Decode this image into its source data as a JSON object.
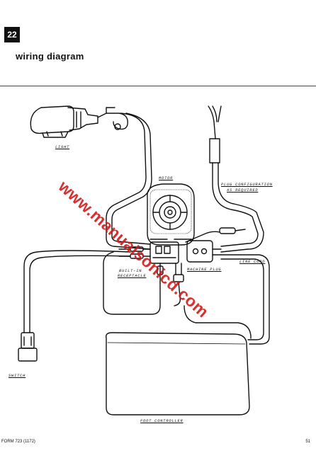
{
  "page": {
    "section_number": "22",
    "title": "wiring diagram",
    "footer_left": "FORM 723 (1172)",
    "footer_right": "51",
    "watermark": "www.manualsonicd.com"
  },
  "labels": {
    "light": "LIGHT",
    "motor": "MOTOR",
    "plug_config_line1": "PLUG CONFIGURATION",
    "plug_config_line2": "AS REQUIRED",
    "line_cord": "LINE CORD",
    "built_in_line1": "BUILT-IN",
    "built_in_line2": "RECEPTACLE",
    "machine_plug": "MACHINE PLUG",
    "switch": "SWITCH",
    "foot_controller": "FOOT CONTROLLER"
  },
  "colors": {
    "ink": "#111111",
    "watermark": "#d21a1a"
  }
}
